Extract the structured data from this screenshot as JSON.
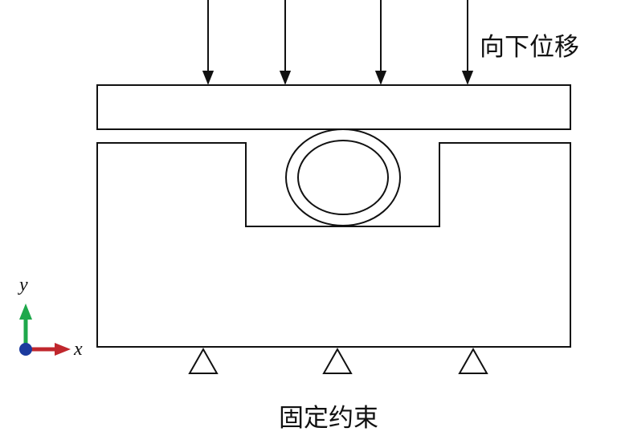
{
  "labels": {
    "top_load": "向下位移",
    "bottom_support": "固定约束"
  },
  "axes": {
    "x_label": "x",
    "y_label": "y",
    "x_color": "#c0272d",
    "y_color": "#1ea84b",
    "origin_color": "#1b3a9e"
  },
  "icons": {
    "load_arrow": "down-arrow-icon",
    "support": "triangle-support-icon"
  },
  "counts": {
    "load_arrows": 4,
    "supports": 3
  }
}
